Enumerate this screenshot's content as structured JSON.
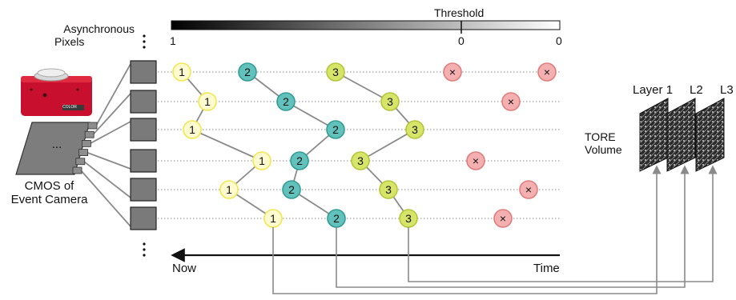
{
  "labels": {
    "async_line1": "Asynchronous",
    "async_line2": "Pixels",
    "cmos_line1": "CMOS of",
    "cmos_line2": "Event Camera",
    "threshold": "Threshold",
    "tick_left": "1",
    "tick_mid": "0",
    "tick_right": "0",
    "now": "Now",
    "time": "Time",
    "tore_line1": "TORE",
    "tore_line2": "Volume",
    "layer1": "Layer 1",
    "layer2": "L2",
    "layer3": "L3",
    "camera_badge": "COLOR",
    "ellipsis": "..."
  },
  "colors": {
    "layer1_fill": "#fffbd0",
    "layer1_stroke": "#f2e64e",
    "layer2_fill": "#63c1bb",
    "layer2_stroke": "#2f9d96",
    "layer3_fill": "#d6e56a",
    "layer3_stroke": "#b3c635",
    "expired_fill": "#f4b0b0",
    "expired_stroke": "#e07c7c",
    "camera_red": "#c8102e",
    "pixel_gray": "#7a7a7a",
    "connector_gray": "#8a8a8a"
  },
  "rows": [
    {
      "events": [
        {
          "label": "1",
          "layer": 1
        },
        {
          "label": "2",
          "layer": 2
        },
        {
          "label": "3",
          "layer": 3
        },
        {
          "label": "×",
          "layer": 0
        },
        {
          "label": "×",
          "layer": 0
        }
      ]
    },
    {
      "events": [
        {
          "label": "1",
          "layer": 1
        },
        {
          "label": "2",
          "layer": 2
        },
        {
          "label": "3",
          "layer": 3
        },
        {
          "label": "×",
          "layer": 0
        }
      ]
    },
    {
      "events": [
        {
          "label": "1",
          "layer": 1
        },
        {
          "label": "2",
          "layer": 2
        },
        {
          "label": "3",
          "layer": 3
        }
      ]
    },
    {
      "events": [
        {
          "label": "1",
          "layer": 1
        },
        {
          "label": "2",
          "layer": 2
        },
        {
          "label": "3",
          "layer": 3
        },
        {
          "label": "×",
          "layer": 0
        }
      ]
    },
    {
      "events": [
        {
          "label": "1",
          "layer": 1
        },
        {
          "label": "2",
          "layer": 2
        },
        {
          "label": "3",
          "layer": 3
        },
        {
          "label": "×",
          "layer": 0
        }
      ]
    },
    {
      "events": [
        {
          "label": "1",
          "layer": 1
        },
        {
          "label": "2",
          "layer": 2
        },
        {
          "label": "3",
          "layer": 3
        },
        {
          "label": "×",
          "layer": 0
        }
      ]
    }
  ]
}
